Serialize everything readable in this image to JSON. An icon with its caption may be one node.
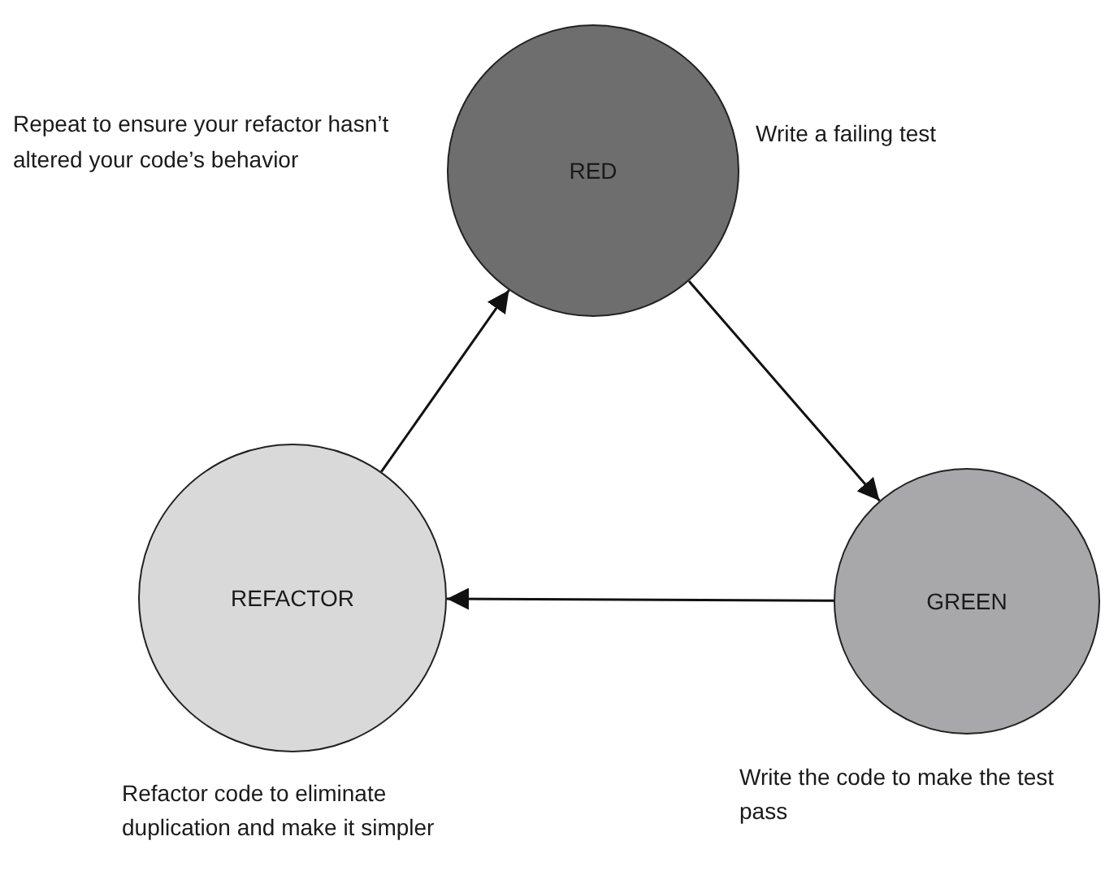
{
  "diagram": {
    "nodes": [
      {
        "text": [
          "RED"
        ],
        "beside": [
          "Write a failing test"
        ]
      },
      {
        "text": [
          "GREEN"
        ],
        "beside": [
          "Write the code to make the test pass"
        ]
      },
      {
        "text": [
          "REFACTOR"
        ],
        "beside": [
          "Refactor code to eliminate duplication and make it simpler"
        ]
      }
    ],
    "edges": [
      {
        "from": 0,
        "to": 1,
        "arrow": "to"
      },
      {
        "from": 1,
        "to": 2,
        "arrow": "to"
      },
      {
        "from": 2,
        "to": 0,
        "arrow": "to"
      }
    ],
    "labels": [
      "Repeat to ensure your refactor hasn’t altered your code’s behavior"
    ]
  }
}
